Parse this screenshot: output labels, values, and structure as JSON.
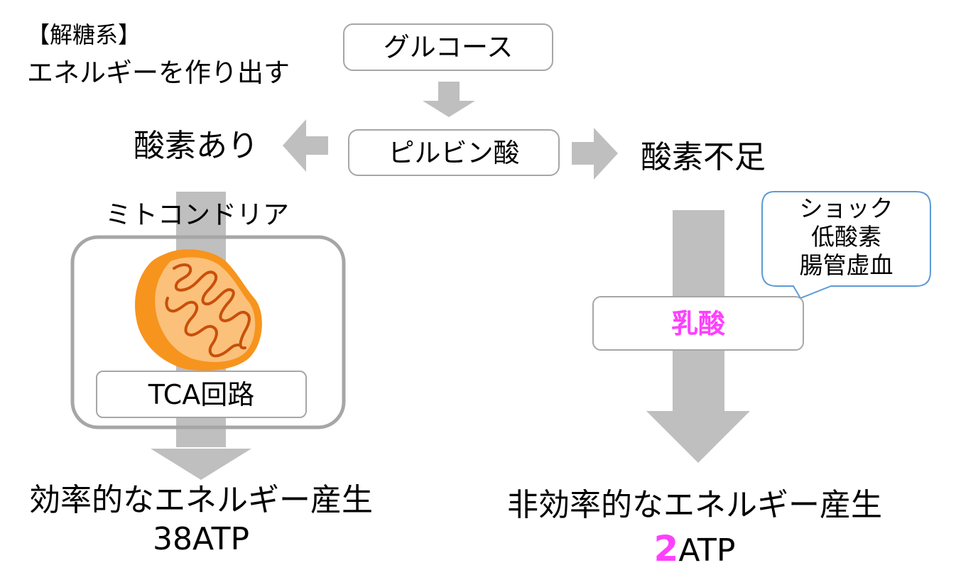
{
  "title": {
    "line1": "【解糖系】",
    "line2": "エネルギーを作り出す"
  },
  "nodes": {
    "glucose": "グルコース",
    "pyruvate": "ピルビン酸",
    "aerobic": "酸素あり",
    "anaerobic": "酸素不足",
    "mitochondria_label": "ミトコンドリア",
    "tca": "TCA回路",
    "lactate": "乳酸"
  },
  "callout": {
    "lines": [
      "ショック",
      "低酸素",
      "腸管虚血"
    ]
  },
  "outcomes": {
    "aerobic": {
      "label": "効率的なエネルギー産生",
      "atp_value": "38",
      "atp_unit": "ATP"
    },
    "anaerobic": {
      "label": "非効率的なエネルギー産生",
      "atp_value": "2",
      "atp_unit": "ATP"
    }
  },
  "colors": {
    "arrow": "#bfbfbf",
    "box_border": "#a6a6a6",
    "mito_border": "#a6a6a6",
    "callout_border": "#5b9bd5",
    "highlight": "#ff40ff",
    "mito_outer": "#f7941d",
    "mito_inner": "#fbc07a",
    "mito_cristae": "#c8500a"
  }
}
